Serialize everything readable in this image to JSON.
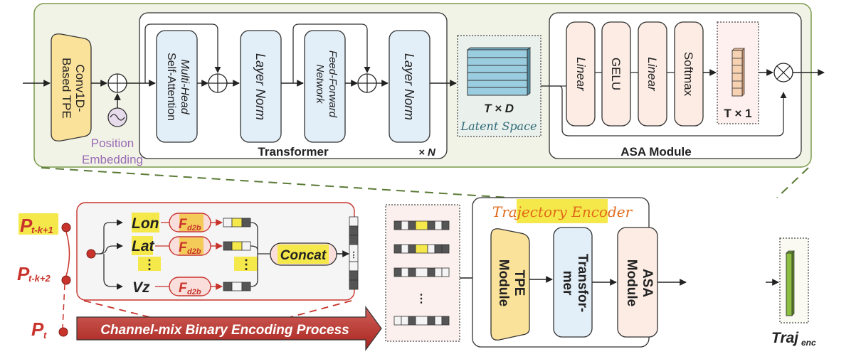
{
  "top_panel": {
    "conv_block": [
      "Conv1D-",
      "Based TPE"
    ],
    "position_embedding": [
      "Position",
      "Embedding"
    ],
    "transformer": {
      "mhsa": [
        "Multi-Head",
        "Self-Attention"
      ],
      "layer_norm_1": "Layer Norm",
      "ffn": [
        "Feed-Forward",
        "Network"
      ],
      "layer_norm_2": "Layer Norm",
      "title": "Transformer",
      "repeat": "× N"
    },
    "latent": {
      "dims": "T × D",
      "caption": "Latent Space"
    },
    "asa": {
      "blocks": [
        "Linear",
        "GELU",
        "Linear",
        "Softmax"
      ],
      "weights_dims": "T × 1",
      "title": "ASA Module"
    }
  },
  "bottom_panel": {
    "points": [
      "P t-k+1",
      "P t-k+2",
      "P t"
    ],
    "points_main": [
      "P",
      "P",
      "P"
    ],
    "points_sub": [
      "t-k+1",
      "t-k+2",
      "t"
    ],
    "channels": [
      "Lon",
      "Lat",
      "⋮",
      "Vz"
    ],
    "fd2b_main": "F",
    "fd2b_sub": "d2b",
    "concat": "Concat",
    "process_arrow": "Channel-mix Binary Encoding Process",
    "encoder": {
      "title": "Trajectory Encoder",
      "tpe": [
        "TPE",
        "Module"
      ],
      "transformer": [
        "Transfor-",
        "mer"
      ],
      "asa": [
        "ASA",
        "Module"
      ]
    },
    "output_main": "Traj",
    "output_sub": "enc"
  },
  "colors": {
    "panel_green_bg": "#f1f3e6",
    "panel_green_border": "#7a9a4a",
    "tpe_yellow": "#fbe29a",
    "transformer_blue": "#e3eff8",
    "asa_peach": "#fcece4",
    "latent_blue": "#9bcde0",
    "accent_red": "#c8332c",
    "highlight_yellow": "#f5e84a",
    "purple_text": "#9b6bb5",
    "output_green": "#8cbf3f",
    "encoder_title_orange": "#e06a1a"
  }
}
